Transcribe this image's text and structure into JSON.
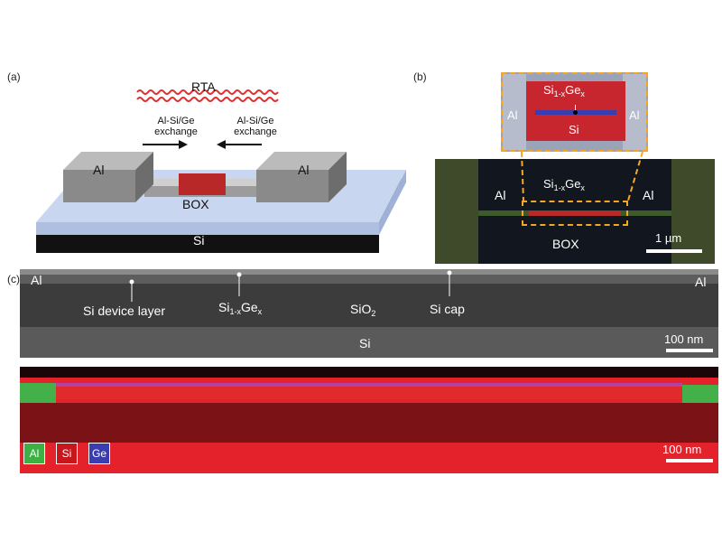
{
  "panel_labels": {
    "a": "(a)",
    "b": "(b)",
    "c": "(c)"
  },
  "panel_a": {
    "rta": "RTA",
    "exchange_left_1": "Al-Si/Ge",
    "exchange_left_2": "exchange",
    "exchange_right_1": "Al-Si/Ge",
    "exchange_right_2": "exchange",
    "al_left": "Al",
    "al_right": "Al",
    "box": "BOX",
    "si": "Si"
  },
  "panel_b": {
    "inset_sige_main": "Si",
    "inset_sige_sub": "1-x",
    "inset_sige_ge": "Ge",
    "inset_sige_x": "x",
    "inset_al_left": "Al",
    "inset_al_right": "Al",
    "inset_si": "Si",
    "sem_sige_main": "Si",
    "sem_sige_sub": "1-x",
    "sem_sige_ge": "Ge",
    "sem_sige_x": "x",
    "sem_al_left": "Al",
    "sem_al_right": "Al",
    "sem_box": "BOX",
    "scale": "1 µm"
  },
  "panel_c": {
    "al_left": "Al",
    "al_right": "Al",
    "si_device_layer": "Si device layer",
    "sige_main": "Si",
    "sige_sub": "1-x",
    "sige_ge": "Ge",
    "sige_x": "x",
    "sio2_main": "SiO",
    "sio2_sub": "2",
    "si_cap": "Si cap",
    "si_substrate": "Si",
    "scale_top": "100 nm",
    "scale_bottom": "100 nm",
    "legend": [
      "Al",
      "Si",
      "Ge"
    ]
  },
  "colors": {
    "al_green": "#3cb043",
    "si_red": "#d41f1f",
    "ge_blue": "#3a3db0",
    "orange_dash": "#f5a623"
  }
}
